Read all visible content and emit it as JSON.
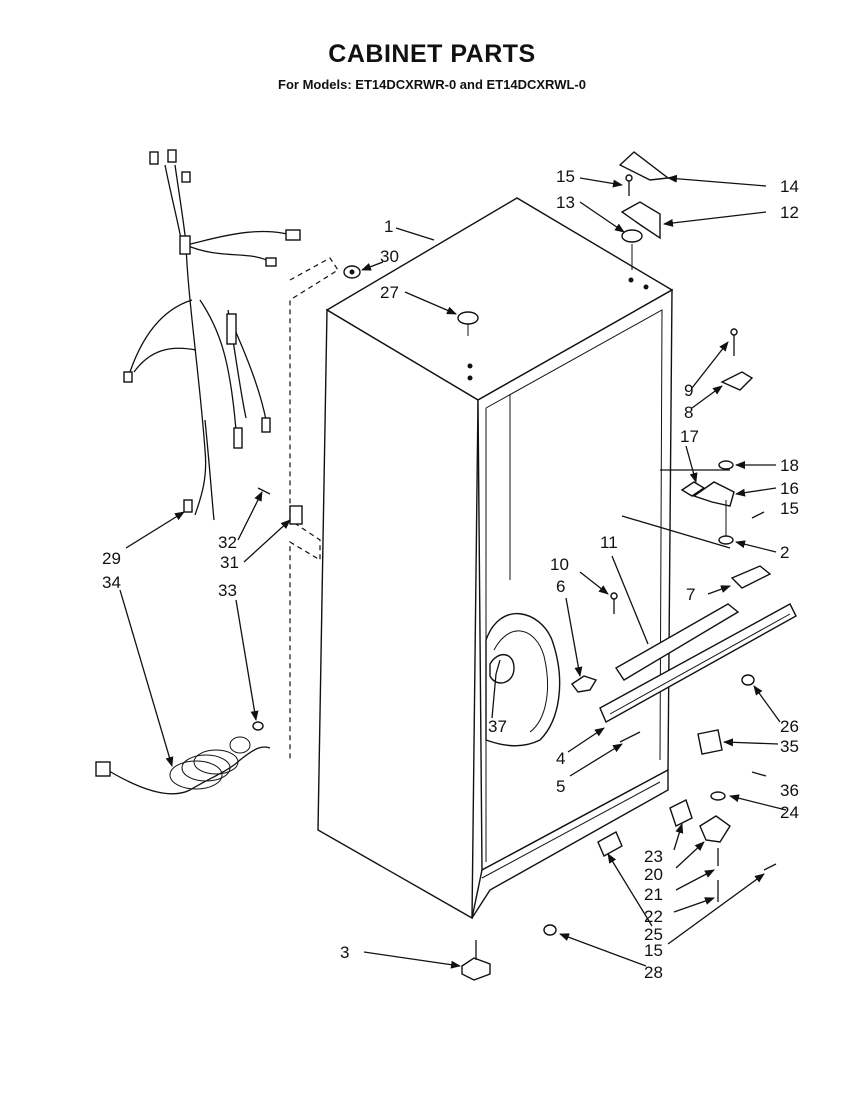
{
  "header": {
    "title": "CABINET PARTS",
    "subtitle": "For Models:  ET14DCXRWR-0 and ET14DCXRWL-0"
  },
  "callouts": {
    "c1": "1",
    "c2": "2",
    "c3": "3",
    "c4": "4",
    "c5": "5",
    "c6": "6",
    "c7": "7",
    "c8": "8",
    "c9": "9",
    "c10": "10",
    "c11": "11",
    "c12": "12",
    "c13": "13",
    "c14": "14",
    "c15a": "15",
    "c15b": "15",
    "c15c": "15",
    "c16": "16",
    "c17": "17",
    "c18": "18",
    "c20": "20",
    "c21": "21",
    "c22": "22",
    "c23": "23",
    "c24": "24",
    "c25": "25",
    "c26": "26",
    "c27": "27",
    "c28": "28",
    "c29": "29",
    "c30": "30",
    "c31": "31",
    "c32": "32",
    "c33": "33",
    "c34": "34",
    "c35": "35",
    "c36": "36",
    "c37": "37"
  }
}
